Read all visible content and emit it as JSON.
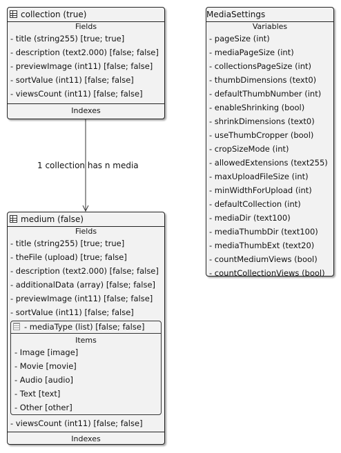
{
  "collection": {
    "title": "collection (true)",
    "fields_label": "Fields",
    "fields": [
      "- title (string255) [true; true]",
      "- description (text2.000) [false; false]",
      "- previewImage (int11) [false; false]",
      "- sortValue (int11) [false; false]",
      "- viewsCount (int11) [false; false]"
    ],
    "indexes_label": "Indexes"
  },
  "relation": {
    "label": "1 collection has n media"
  },
  "medium": {
    "title": "medium (false)",
    "fields_label": "Fields",
    "fields_before": [
      "- title (string255) [true; true]",
      "- theFile (upload) [true; false]",
      "- description (text2.000) [false; false]",
      "- additionalData (array) [false; false]",
      "- previewImage (int11) [false; false]",
      "- sortValue (int11) [false; false]"
    ],
    "media_type": {
      "title": "- mediaType (list) [false; false]",
      "items_label": "Items",
      "items": [
        "- Image [image]",
        "- Movie [movie]",
        "- Audio [audio]",
        "- Text [text]",
        "- Other [other]"
      ]
    },
    "fields_after": [
      "- viewsCount (int11) [false; false]"
    ],
    "indexes_label": "Indexes"
  },
  "media_settings": {
    "title": "MediaSettings",
    "variables_label": "Variables",
    "variables": [
      "- pageSize (int)",
      "- mediaPageSize (int)",
      "- collectionsPageSize (int)",
      "- thumbDimensions (text0)",
      "- defaultThumbNumber (int)",
      "- enableShrinking (bool)",
      "- shrinkDimensions (text0)",
      "- useThumbCropper (bool)",
      "- cropSizeMode (int)",
      "- allowedExtensions (text255)",
      "- maxUploadFileSize (int)",
      "- minWidthForUpload (int)",
      "- defaultCollection (int)",
      "- mediaDir (text100)",
      "- mediaThumbDir (text100)",
      "- mediaThumbExt (text20)",
      "- countMediumViews (bool)",
      "- countCollectionViews (bool)"
    ]
  }
}
